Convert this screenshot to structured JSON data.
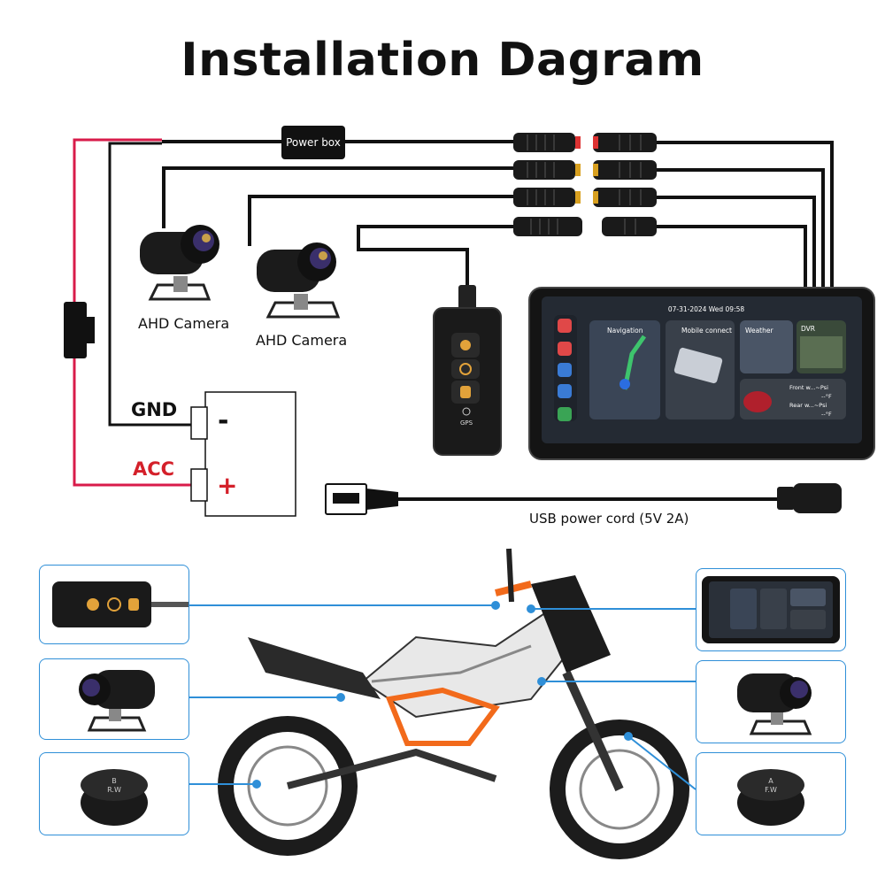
{
  "title": "Installation Dagram",
  "labels": {
    "power_box": "Power box",
    "gnd": "GND",
    "acc": "ACC",
    "minus": "-",
    "plus": "+",
    "camera_1": "AHD Camera",
    "camera_2": "AHD Camera",
    "usb_cord": "USB power cord (5V 2A)"
  },
  "screen": {
    "datetime": "07-31-2024 Wed 09:58",
    "tiles": {
      "navigation": "Navigation",
      "mobile_connect": "Mobile connect",
      "weather": "Weather",
      "dvr": "DVR",
      "front": "Front w...~Psi",
      "front_temp": "--°F",
      "rear": "Rear w...~Psi",
      "rear_temp": "--°F"
    }
  },
  "remote": {
    "gps": "GPS"
  },
  "tire_sensors": {
    "rear": "B\nR.W",
    "front": "A\nF.W"
  },
  "colors": {
    "acc_wire": "#d81b4a",
    "callout": "#2f8fd8",
    "bike_accent": "#f26a1b"
  }
}
